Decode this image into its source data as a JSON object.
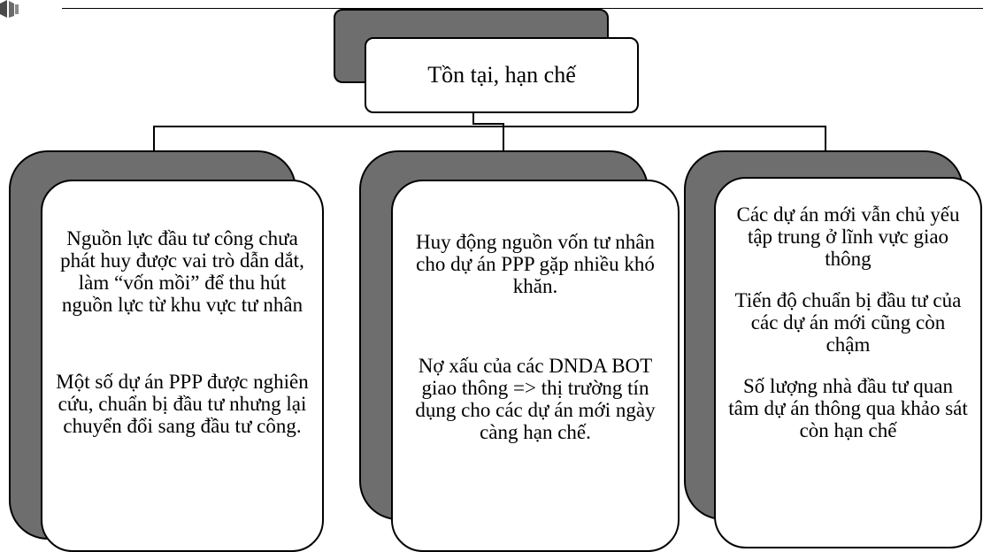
{
  "root": {
    "title": "Tồn tại, hạn chế"
  },
  "columns": [
    {
      "items": [
        "Nguồn lực đầu tư công chưa phát huy được vai trò dẫn dắt, làm “vốn mồi” để thu hút nguồn lực từ khu vực tư nhân",
        "Một số dự án PPP được nghiên cứu, chuẩn bị đầu tư nhưng lại chuyển đổi sang đầu tư công."
      ]
    },
    {
      "items": [
        "Huy động nguồn vốn tư nhân cho dự án PPP gặp nhiều khó khăn.",
        "Nợ xấu của các DNDA BOT giao thông => thị trường tín dụng cho các dự án mới ngày càng hạn chế."
      ]
    },
    {
      "items": [
        "Các dự án mới vẫn chủ yếu tập trung ở lĩnh vực giao thông",
        "Tiến độ chuẩn bị đầu tư của các dự án mới cũng còn chậm",
        "Số lượng nhà đầu tư quan tâm dự án thông qua khảo sát còn hạn chế"
      ]
    }
  ],
  "colors": {
    "shadow": "#6e6e6e",
    "box": "#ffffff",
    "line": "#000000"
  }
}
